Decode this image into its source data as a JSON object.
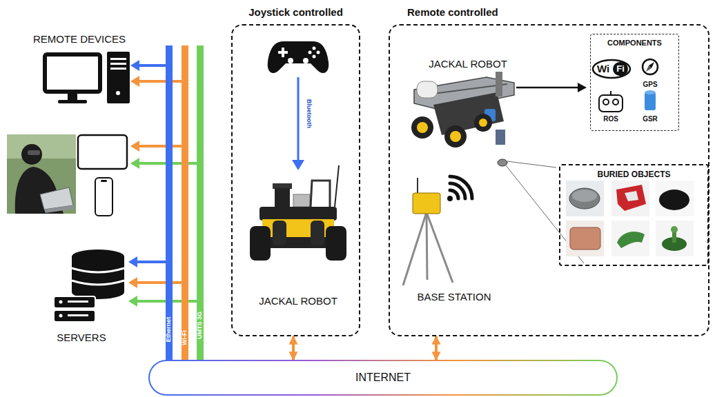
{
  "diagram": {
    "nodes": [
      {
        "text": [
          "Joystick controlled"
        ]
      },
      {
        "text": [
          "Remote controlled"
        ]
      },
      {
        "text": [
          "COMPONENTS"
        ],
        "in": 1
      },
      {
        "text": [
          "BURIED OBJECTS"
        ],
        "in": 1
      },
      {
        "text": [
          "INTERNET"
        ]
      }
    ],
    "edges": [
      {
        "from": 0,
        "to": 4,
        "arrow": "both"
      },
      {
        "from": 1,
        "to": 4,
        "arrow": "both"
      }
    ],
    "labels": [
      "REMOTE DEVICES",
      "SERVERS",
      "Ethernet",
      "Wi-Fi",
      "UMTS 3G",
      "Bluetooth",
      "JACKAL ROBOT",
      "JACKAL ROBOT",
      "Wi",
      "Fi",
      "GPS",
      "ROS",
      "GSR",
      "BASE STATION"
    ]
  }
}
